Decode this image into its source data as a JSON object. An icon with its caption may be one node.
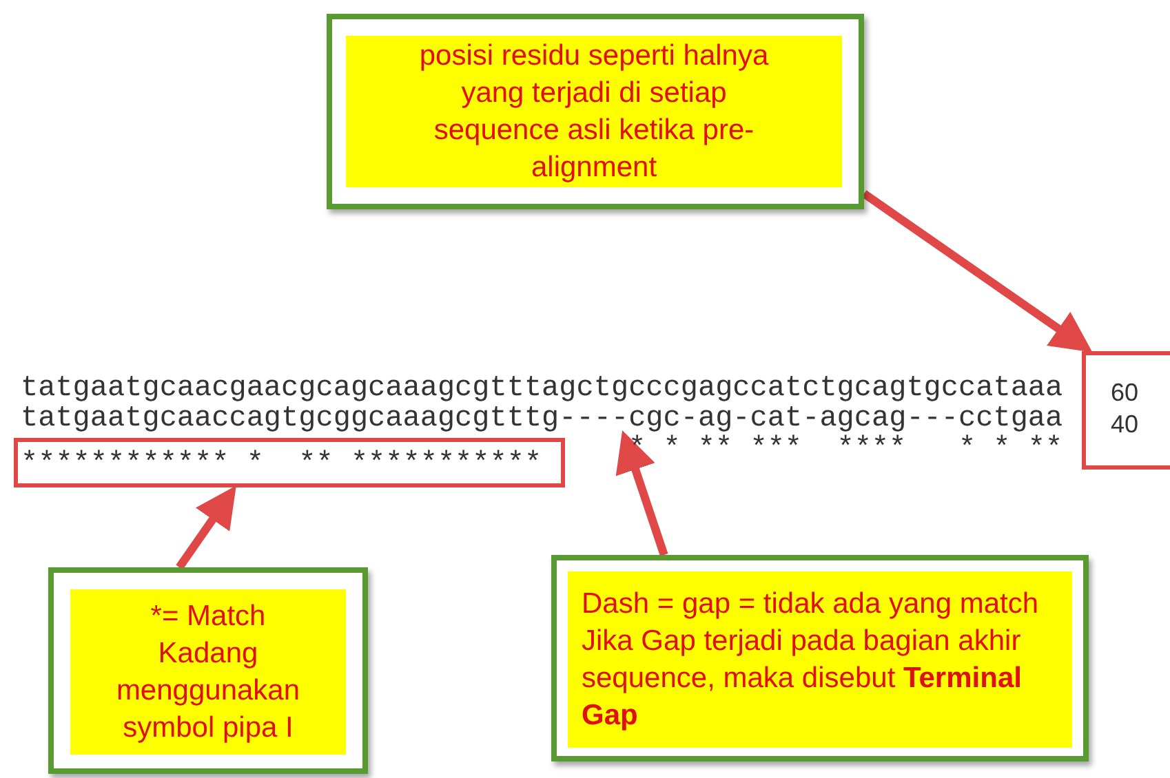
{
  "diagram": {
    "nodes": [
      {
        "text": [
          "posisi residu seperti halnya yang terjadi di setiap sequence asli ketika pre-alignment"
        ]
      },
      {
        "text": [
          "tatgaatgcaaccagtgcggcaaagcgtttg----cgc-ag-cat-agcag---cctgaa"
        ]
      },
      {
        "text": [
          "************ *  ** ***********"
        ]
      },
      {
        "text": [
          "60",
          "40"
        ]
      },
      {
        "text": [
          "*= Match",
          "Kadang menggunakan symbol pipa I"
        ]
      },
      {
        "text": [
          "Dash = gap = tidak ada yang match",
          "Jika Gap terjadi pada bagian akhir sequence, maka disebut **Terminal Gap**"
        ]
      }
    ],
    "edges": [
      {
        "from": 0,
        "to": 3,
        "arrow": "to"
      },
      {
        "from": 4,
        "to": 2,
        "arrow": "to"
      },
      {
        "from": 5,
        "to": 1,
        "arrow": "to"
      }
    ],
    "labels": [
      "tatgaatgcaacgaacgcagcaaagcgtttagctgcccgagccatctgcagtgccataaa",
      "* * ** ***  ****   * * **"
    ]
  }
}
